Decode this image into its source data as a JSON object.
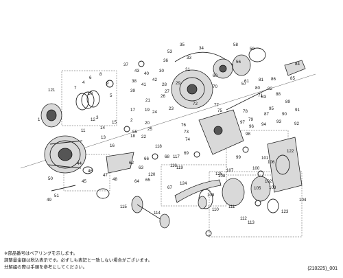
{
  "notes": [
    "※部品番号はベアリングを示します。",
    "調整量金額は税込表示です。必ずしも表記と一致しない場合がございます。",
    "分解組の際は手順を参考にしてください。"
  ],
  "doc_id": "(210225)_001",
  "part_labels": [
    "1",
    "2",
    "3",
    "4",
    "5",
    "6",
    "7",
    "8",
    "9",
    "10",
    "11",
    "12",
    "13",
    "14",
    "15",
    "16",
    "17",
    "18",
    "19",
    "20",
    "21",
    "22",
    "23",
    "24",
    "25",
    "26",
    "27",
    "28",
    "29",
    "30",
    "31",
    "33",
    "34",
    "35",
    "36",
    "37",
    "38",
    "39",
    "40",
    "41",
    "42",
    "43",
    "44",
    "45",
    "46",
    "47",
    "48",
    "49",
    "50",
    "51",
    "53",
    "55",
    "56",
    "57",
    "58",
    "59",
    "60",
    "61",
    "62",
    "63",
    "64",
    "65",
    "66",
    "67",
    "68",
    "69",
    "70",
    "71",
    "72",
    "73",
    "74",
    "75",
    "76",
    "77",
    "78",
    "79",
    "80",
    "81",
    "82",
    "83",
    "84",
    "85",
    "86",
    "87",
    "88",
    "89",
    "90",
    "91",
    "92",
    "93",
    "94",
    "95",
    "96",
    "97",
    "98",
    "99",
    "100",
    "101",
    "102",
    "103",
    "104",
    "105",
    "106",
    "107",
    "108",
    "109",
    "110",
    "111",
    "112",
    "113",
    "114",
    "115",
    "116",
    "117",
    "118",
    "119",
    "120",
    "121",
    "122",
    "123",
    "124",
    "125"
  ]
}
